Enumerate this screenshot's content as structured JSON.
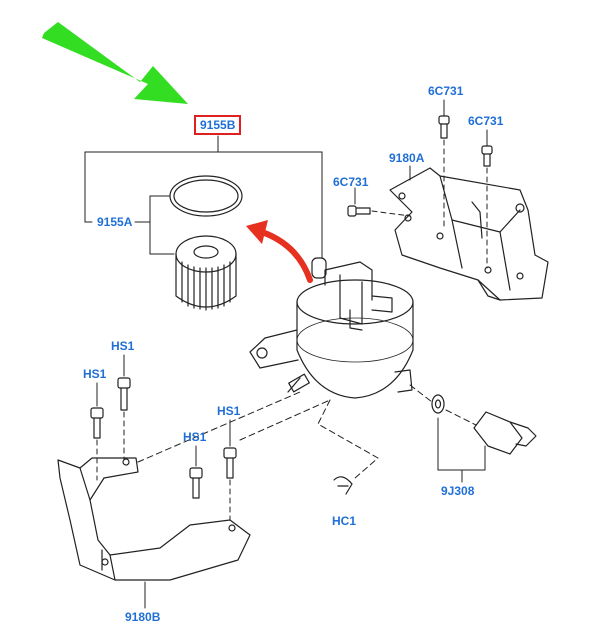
{
  "labels": {
    "part_9155B": "9155B",
    "part_9155A": "9155A",
    "part_6C731_top": "6C731",
    "part_6C731_right": "6C731",
    "part_6C731_left": "6C731",
    "part_9180A": "9180A",
    "part_HS1_a": "HS1",
    "part_HS1_b": "HS1",
    "part_HS1_c": "HS1",
    "part_HS1_d": "HS1",
    "part_HC1": "HC1",
    "part_9J308": "9J308",
    "part_9180B": "9180B"
  },
  "colors": {
    "label_text": "#1f6fd6",
    "highlight_box": "#e02020",
    "pointer_arrow": "#33dd22",
    "direction_arrow": "#e63020",
    "line_art": "#222222"
  },
  "icons": [
    "pointer-arrow-icon",
    "direction-arrow-icon"
  ]
}
